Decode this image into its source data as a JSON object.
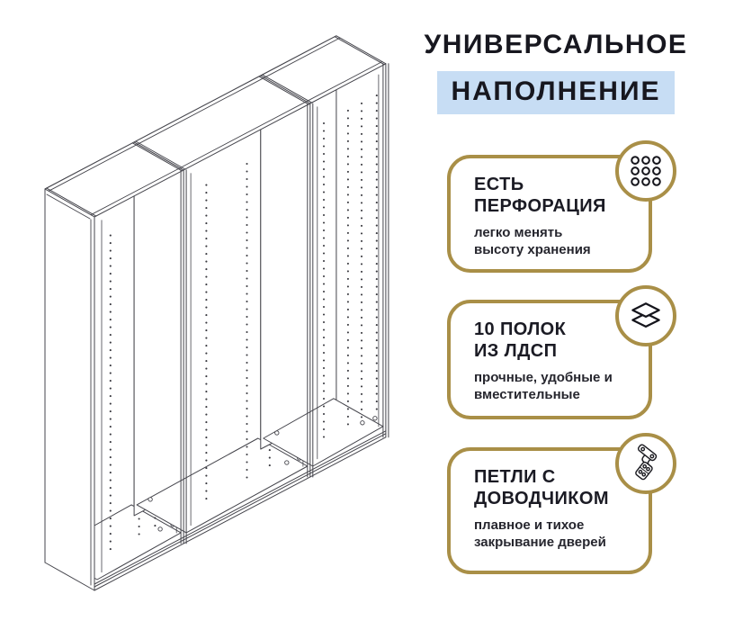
{
  "colors": {
    "gold_accent": "#a98f47",
    "highlight_blue": "#c7ddf4",
    "ink": "#17171f",
    "line_art": "#45454c"
  },
  "header": {
    "title": "УНИВЕРСАЛЬНОЕ",
    "subtitle": "НАПОЛНЕНИЕ"
  },
  "cards": [
    {
      "id": "perforation",
      "icon": "perforation-grid-icon",
      "title_lines": [
        "ЕСТЬ",
        "ПЕРФОРАЦИЯ"
      ],
      "desc_lines": [
        "легко менять",
        "высоту хранения"
      ]
    },
    {
      "id": "shelves",
      "icon": "layers-icon",
      "title_lines": [
        "10 ПОЛОК",
        "ИЗ ЛДСП"
      ],
      "desc_lines": [
        "прочные, удобные и",
        "вместительные"
      ]
    },
    {
      "id": "hinges",
      "icon": "hinge-icon",
      "title_lines": [
        "ПЕТЛИ С",
        "ДОВОДЧИКОМ"
      ],
      "desc_lines": [
        "плавное и тихое",
        "закрывание дверей"
      ]
    }
  ]
}
